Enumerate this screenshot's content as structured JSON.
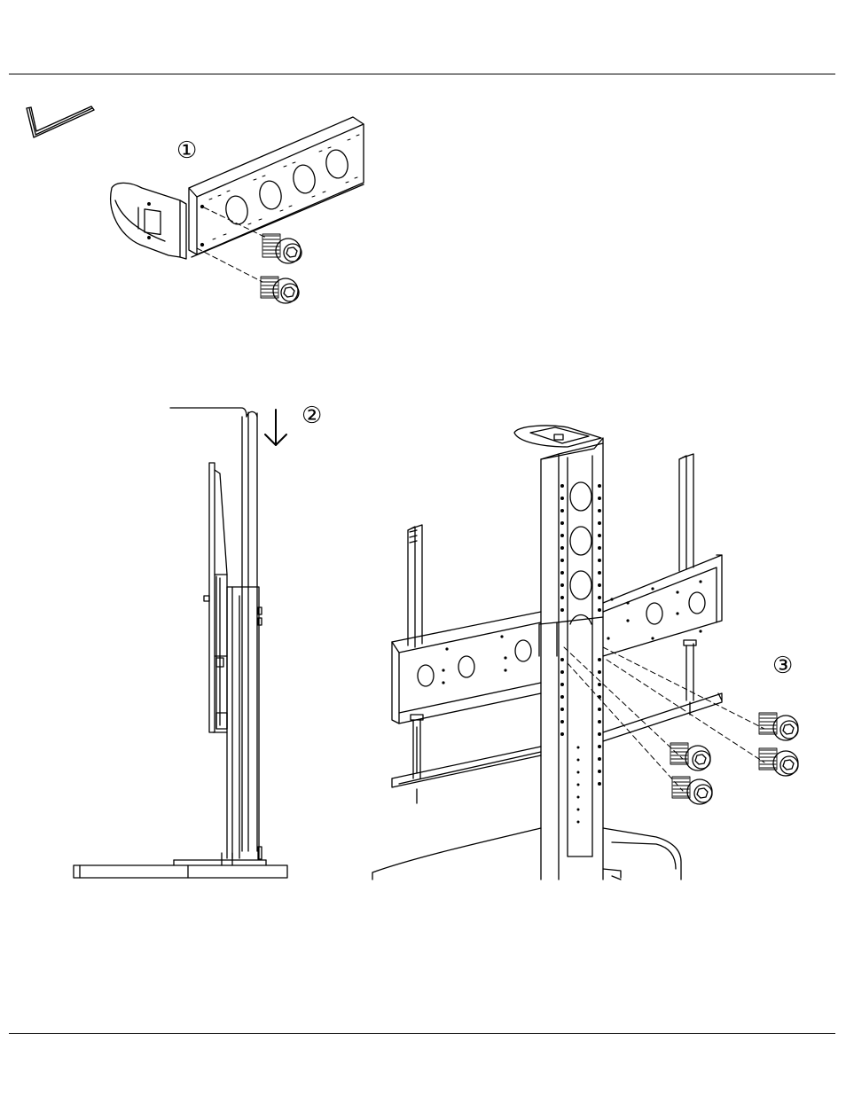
{
  "steps": [
    {
      "number": "①",
      "icon": "bracket-bolt-assembly"
    },
    {
      "number": "②",
      "icon": "lower-onto-column"
    },
    {
      "number": "③",
      "icon": "fasten-mount-bolts"
    }
  ],
  "tool": {
    "icon": "hex-key-icon"
  },
  "colors": {
    "line": "#000000",
    "background": "#ffffff"
  }
}
